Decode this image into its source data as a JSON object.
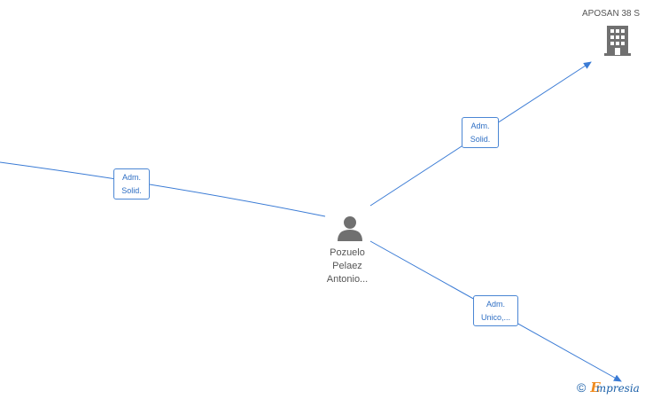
{
  "nodes": {
    "company": {
      "name": "APOSAN 38 S",
      "icon": "building-icon"
    },
    "person": {
      "name_lines": [
        "Pozuelo",
        "Pelaez",
        "Antonio..."
      ],
      "icon": "person-icon"
    }
  },
  "edges": [
    {
      "label_lines": [
        "Adm.",
        "Solid."
      ]
    },
    {
      "label_lines": [
        "Adm.",
        "Solid."
      ]
    },
    {
      "label_lines": [
        "Adm.",
        "Unico,..."
      ]
    }
  ],
  "footer": {
    "copyright_symbol": "©",
    "brand_e": "E",
    "brand_rest": "mpresia"
  },
  "colors": {
    "edge": "#3a7bd5",
    "icon": "#707070",
    "brand_orange": "#f08a1c",
    "brand_blue": "#1a5fa8"
  }
}
